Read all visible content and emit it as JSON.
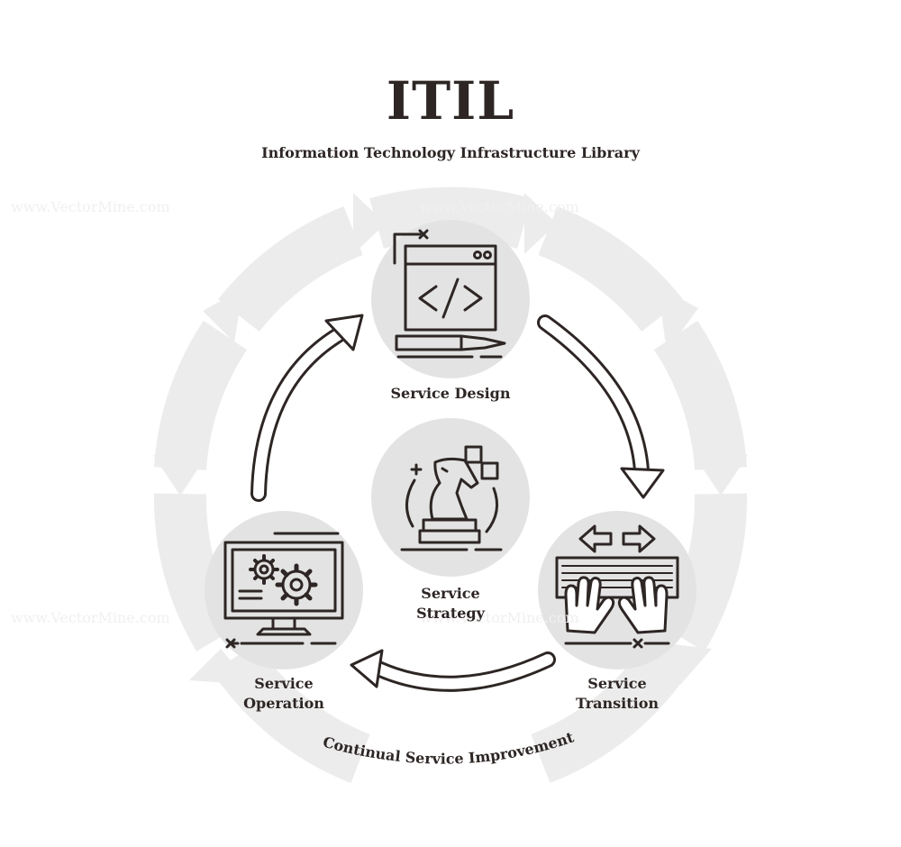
{
  "title": "ITIL",
  "subtitle": "Information Technology Infrastructure Library",
  "stages": {
    "design": {
      "label": "Service Design",
      "icon": "code-window-icon"
    },
    "transition": {
      "line1": "Service",
      "line2": "Transition",
      "icon": "keyboard-hands-icon"
    },
    "operation": {
      "line1": "Service",
      "line2": "Operation",
      "icon": "monitor-gears-icon"
    },
    "strategy": {
      "line1": "Service",
      "line2": "Strategy",
      "icon": "chess-knight-icon"
    }
  },
  "outer_cycle": {
    "label": "Continual Service Improvement"
  },
  "watermark": "www.VectorMine.com",
  "colors": {
    "ink": "#2d2624",
    "ring": "#ececec",
    "circle": "#e3e3e3"
  }
}
